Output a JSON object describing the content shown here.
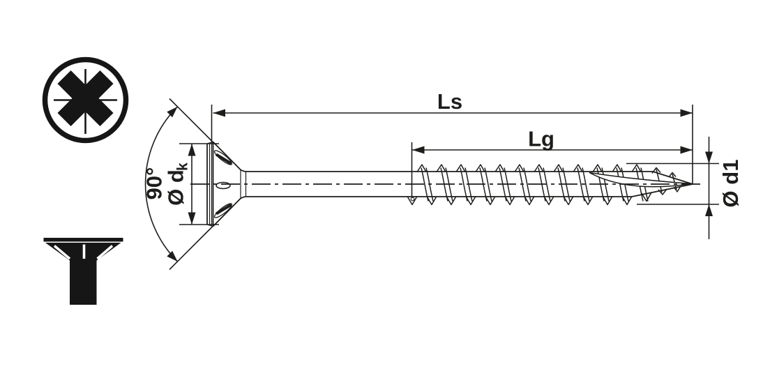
{
  "drive_icon": {
    "icon": "pozidriv-cross-recess-icon"
  },
  "head_profile_icon": {
    "icon": "countersunk-flat-head-icon"
  },
  "dimensions": {
    "total_length": "Ls",
    "thread_length": "Lg",
    "head_angle": "90°",
    "head_diameter": {
      "prefix": "Ø d",
      "subscript": "k"
    },
    "thread_diameter": "Ø d1"
  },
  "colors": {
    "ink": "#1d1d1b",
    "background": "#ffffff"
  }
}
